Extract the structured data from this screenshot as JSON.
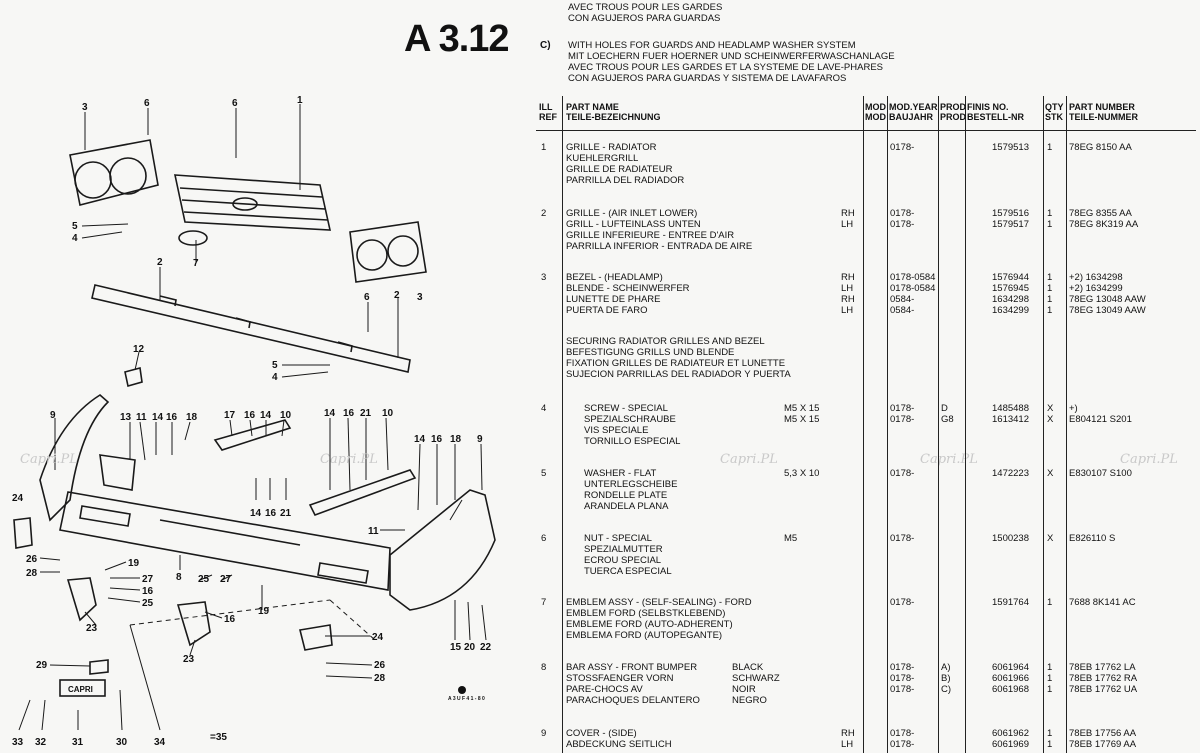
{
  "page_title": "A 3.12",
  "header_lines_top": [
    "AVEC TROUS POUR LES GARDES",
    "CON AGUJEROS PARA GUARDAS"
  ],
  "section_c": {
    "marker": "C)",
    "lines": [
      "WITH HOLES FOR GUARDS AND HEADLAMP WASHER SYSTEM",
      "MIT LOECHERN FUER HOERNER UND SCHEINWERFERWASCHANLAGE",
      "AVEC TROUS POUR LES GARDES ET LA SYSTEME DE LAVE-PHARES",
      "CON AGUJEROS PARA GUARDAS Y SISTEMA DE LAVAFAROS"
    ]
  },
  "watermark": "Capri.PL",
  "table_headers": {
    "ill": "ILL\nREF",
    "part_name": "PART NAME\nTEILE-BEZEICHNUNG",
    "mod": "MOD\nMOD",
    "mod_year": "MOD.YEAR\nBAUJAHR",
    "prod": "PROD\nPROD",
    "finis": "FINIS NO.\nBESTELL-NR",
    "qty": "QTY\nSTK",
    "part_number": "PART NUMBER\nTEILE-NUMMER"
  },
  "rows": [
    {
      "ref": "1",
      "name": [
        "GRILLE - RADIATOR",
        "KUEHLERGRILL",
        "GRILLE DE RADIATEUR",
        "PARRILLA DEL RADIADOR"
      ],
      "spec": [],
      "mod": [],
      "year": [
        "0178-"
      ],
      "prod": [],
      "finis": [
        "1579513"
      ],
      "qty": [
        "1"
      ],
      "part": [
        "78EG 8150 AA"
      ]
    },
    {
      "ref": "2",
      "name": [
        "GRILLE - (AIR INLET LOWER)",
        "GRILL - LUFTEINLASS UNTEN",
        "GRILLE INFERIEURE - ENTREE D'AIR",
        "PARRILLA INFERIOR - ENTRADA DE AIRE"
      ],
      "spec": [],
      "mod": [
        "RH",
        "LH"
      ],
      "year": [
        "0178-",
        "0178-"
      ],
      "prod": [],
      "finis": [
        "1579516",
        "1579517"
      ],
      "qty": [
        "1",
        "1"
      ],
      "part": [
        "78EG 8355 AA",
        "78EG 8K319 AA"
      ]
    },
    {
      "ref": "3",
      "name": [
        "BEZEL - (HEADLAMP)",
        "BLENDE - SCHEINWERFER",
        "LUNETTE DE PHARE",
        "PUERTA DE FARO"
      ],
      "spec": [],
      "mod": [
        "RH",
        "LH",
        "RH",
        "LH"
      ],
      "year": [
        "0178-0584",
        "0178-0584",
        "0584-",
        "0584-"
      ],
      "prod": [],
      "finis": [
        "1576944",
        "1576945",
        "1634298",
        "1634299"
      ],
      "qty": [
        "1",
        "1",
        "1",
        "1"
      ],
      "part": [
        "+2) 1634298",
        "+2) 1634299",
        "78EG 13048 AAW",
        "78EG 13049 AAW"
      ]
    },
    {
      "ref": "",
      "name": [
        "SECURING RADIATOR GRILLES AND BEZEL",
        "BEFESTIGUNG GRILLS UND BLENDE",
        "FIXATION GRILLES DE RADIATEUR ET LUNETTE",
        "SUJECION PARRILLAS DEL RADIADOR Y PUERTA"
      ],
      "spec": [],
      "mod": [],
      "year": [],
      "prod": [],
      "finis": [],
      "qty": [],
      "part": []
    },
    {
      "ref": "4",
      "name": [
        "SCREW - SPECIAL",
        "SPEZIALSCHRAUBE",
        "VIS SPECIALE",
        "TORNILLO ESPECIAL"
      ],
      "spec": [
        "M5 X 15",
        "M5 X 15"
      ],
      "mod": [],
      "year": [
        "0178-",
        "0178-"
      ],
      "prod": [
        "D",
        "G8"
      ],
      "finis": [
        "1485488",
        "1613412"
      ],
      "qty": [
        "X",
        "X"
      ],
      "part": [
        "+)",
        "E804121 S201"
      ]
    },
    {
      "ref": "5",
      "name": [
        "WASHER - FLAT",
        "UNTERLEGSCHEIBE",
        "RONDELLE PLATE",
        "ARANDELA PLANA"
      ],
      "spec": [
        "5,3 X 10"
      ],
      "mod": [],
      "year": [
        "0178-"
      ],
      "prod": [],
      "finis": [
        "1472223"
      ],
      "qty": [
        "X"
      ],
      "part": [
        "E830107 S100"
      ]
    },
    {
      "ref": "6",
      "name": [
        "NUT - SPECIAL",
        "SPEZIALMUTTER",
        "ECROU SPECIAL",
        "TUERCA ESPECIAL"
      ],
      "spec": [
        "M5"
      ],
      "mod": [],
      "year": [
        "0178-"
      ],
      "prod": [],
      "finis": [
        "1500238"
      ],
      "qty": [
        "X"
      ],
      "part": [
        "E826110 S"
      ]
    },
    {
      "ref": "7",
      "name": [
        "EMBLEM ASSY - (SELF-SEALING) - FORD",
        "EMBLEM FORD (SELBSTKLEBEND)",
        "EMBLEME FORD (AUTO-ADHERENT)",
        "EMBLEMA FORD (AUTOPEGANTE)"
      ],
      "spec": [],
      "mod": [],
      "year": [
        "0178-"
      ],
      "prod": [],
      "finis": [
        "1591764"
      ],
      "qty": [
        "1"
      ],
      "part": [
        "7688 8K141 AC"
      ]
    },
    {
      "ref": "8",
      "name": [
        "BAR ASSY - FRONT BUMPER",
        "STOSSFAENGER VORN",
        "PARE-CHOCS AV",
        "PARACHOQUES DELANTERO"
      ],
      "spec": [
        "BLACK",
        "SCHWARZ",
        "NOIR",
        "NEGRO"
      ],
      "mod": [],
      "year": [
        "0178-",
        "0178-",
        "0178-"
      ],
      "prod": [
        "A)",
        "B)",
        "C)"
      ],
      "finis": [
        "6061964",
        "6061966",
        "6061968"
      ],
      "qty": [
        "1",
        "1",
        "1"
      ],
      "part": [
        "78EB 17762 LA",
        "78EB 17762 RA",
        "78EB 17762 UA"
      ]
    },
    {
      "ref": "9",
      "name": [
        "COVER - (SIDE)",
        "ABDECKUNG SEITLICH"
      ],
      "spec": [],
      "mod": [
        "RH",
        "LH"
      ],
      "year": [
        "0178-",
        "0178-"
      ],
      "prod": [],
      "finis": [
        "6061962",
        "6061969"
      ],
      "qty": [
        "1",
        "1"
      ],
      "part": [
        "78EB 17756 AA",
        "78EB 17769 AA"
      ]
    }
  ],
  "callouts": [
    "3",
    "6",
    "6",
    "1",
    "5",
    "4",
    "7",
    "2",
    "3",
    "6",
    "2",
    "5",
    "4",
    "12",
    "9",
    "13",
    "11",
    "14",
    "16",
    "18",
    "17",
    "16",
    "14",
    "10",
    "14",
    "16",
    "21",
    "10",
    "14",
    "16",
    "18",
    "9",
    "14",
    "16",
    "21",
    "11",
    "24",
    "26",
    "28",
    "19",
    "27",
    "16",
    "25",
    "8",
    "25",
    "27",
    "16",
    "19",
    "15",
    "20",
    "22",
    "23",
    "23",
    "24",
    "26",
    "28",
    "29",
    "33",
    "32",
    "31",
    "30",
    "34",
    "=35"
  ],
  "emblem_text": "CAPRI",
  "footnote_code": "A 3 U F 4\n1 - 8 0"
}
